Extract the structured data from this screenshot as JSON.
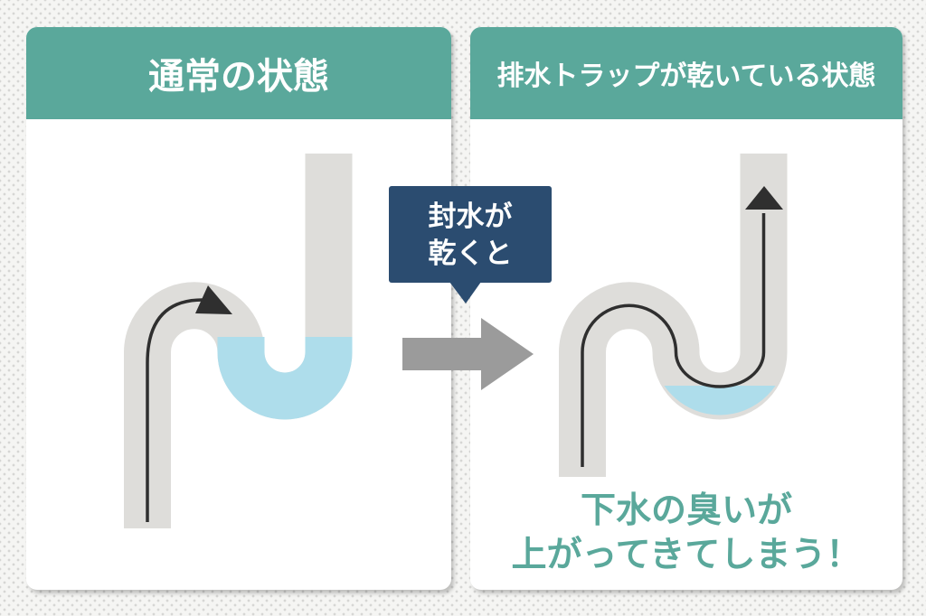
{
  "colors": {
    "bg": "#f5f5f3",
    "dot": "#d6d6d4",
    "card": "#ffffff",
    "teal": "#5aa89b",
    "navy": "#2b4c70",
    "water": "#aeddeb",
    "pipe": "#deddda",
    "arrow": "#9b9b9b",
    "flow": "#2f2f2f"
  },
  "left_panel": {
    "title": "通常の状態"
  },
  "right_panel": {
    "title": "排水トラップが乾いている状態",
    "warning": {
      "line1": "下水の臭いが",
      "line2": "上がってきてしまう！"
    }
  },
  "callout": {
    "line1": "封水が",
    "line2": "乾くと"
  }
}
